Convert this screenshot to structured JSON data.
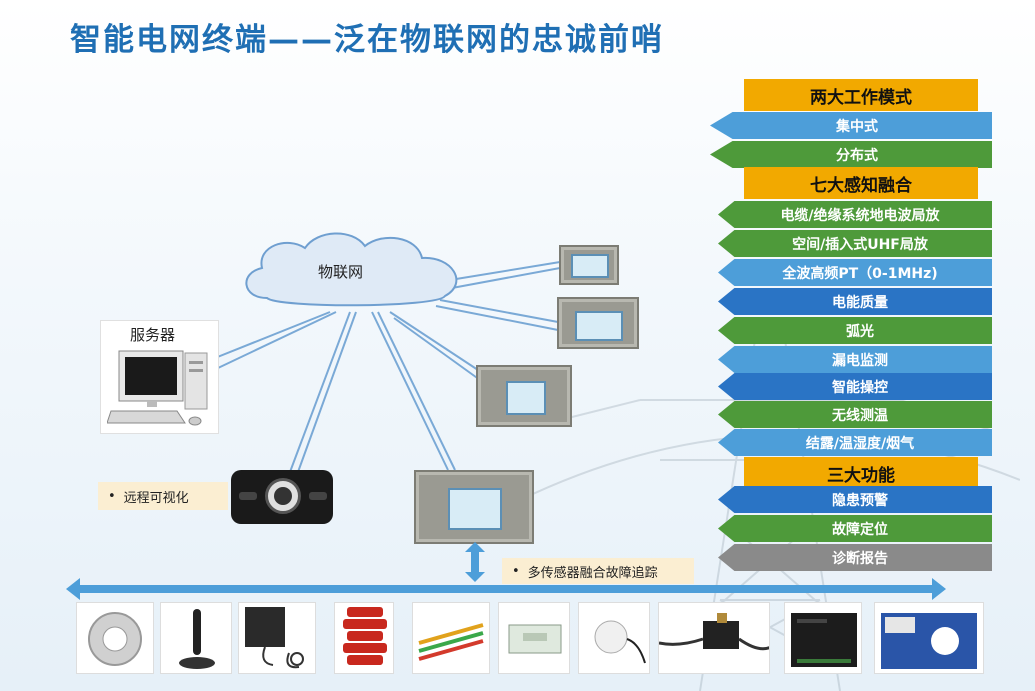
{
  "title": "智能电网终端——泛在物联网的忠诚前哨",
  "network": {
    "cloud_label": "物联网",
    "server_label": "服务器",
    "callout_visual": "远程可视化",
    "callout_fusion": "多传感器融合故障追踪",
    "bullet": "•"
  },
  "panel": {
    "mode_header": "两大工作模式",
    "modes": [
      "集中式",
      "分布式"
    ],
    "sense_header": "七大感知融合",
    "sensing": [
      "电缆/绝缘系统地电波局放",
      "空间/插入式UHF局放",
      "全波高频PT（0-1MHz)",
      "电能质量",
      "弧光",
      "漏电监测",
      "智能操控",
      "无线测温",
      "结露/温湿度/烟气"
    ],
    "func_header": "三大功能",
    "functions": [
      "隐患预警",
      "故障定位",
      "诊断报告"
    ]
  },
  "colors": {
    "title": "#1f6fb4",
    "header": "#f2a900",
    "light_blue": "#4d9ed9",
    "green": "#4e9a3a",
    "dark_blue": "#2a74c5",
    "gray": "#8a8a8a",
    "callout": "#fbeed2",
    "link_line": "#7aa9d6"
  },
  "icons": {
    "cloud": "cloud-icon",
    "server": "desktop-computer-icon",
    "camera": "camera-icon",
    "double_arrow": "double-arrow-icon"
  }
}
